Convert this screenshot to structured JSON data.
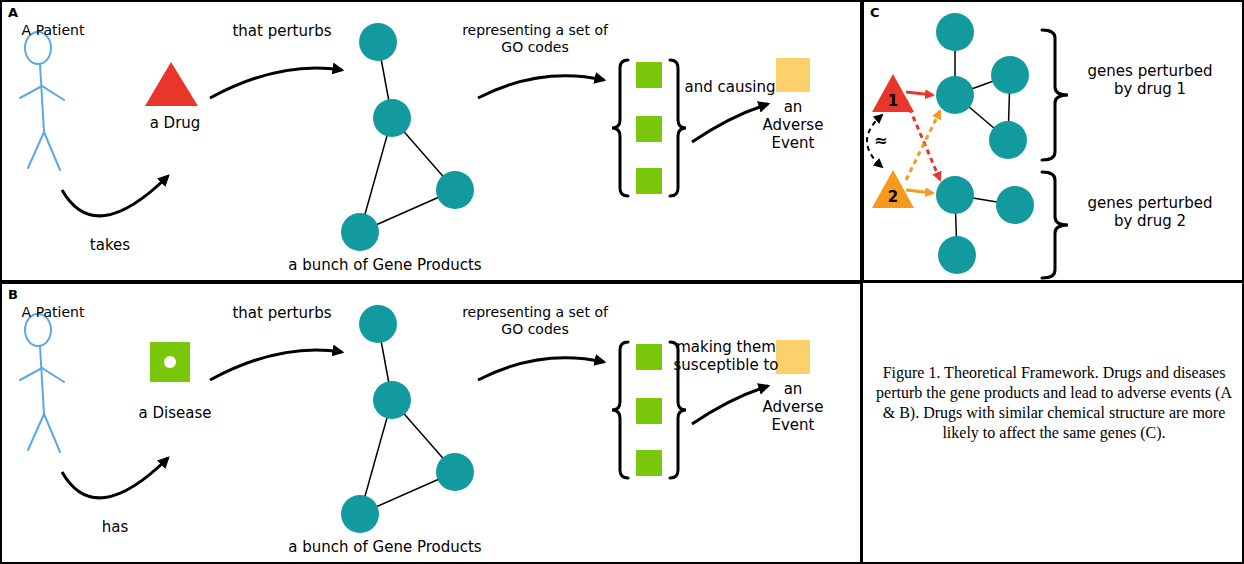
{
  "diagram": {
    "caption": "Figure 1. Theoretical Framework. Drugs and diseases perturb the gene products and lead to adverse events (A & B). Drugs with similar chemical structure are more likely to affect the same genes (C).",
    "nodes": [
      {
        "text": [
          "A"
        ]
      },
      {
        "text": [
          "B"
        ]
      },
      {
        "text": [
          "C"
        ]
      },
      {
        "text": [
          "1"
        ],
        "in": 2
      },
      {
        "text": [
          "2"
        ],
        "in": 2
      }
    ],
    "edges": [
      {
        "from": 3,
        "to": 4,
        "arrow": "both",
        "label": "≈"
      }
    ],
    "labels": [
      "A Patient",
      "takes",
      "a Drug",
      "that perturbs",
      "representing a set of GO codes",
      "and causing",
      "an Adverse Event",
      "a bunch of Gene Products",
      "A Patient",
      "has",
      "a Disease",
      "that perturbs",
      "representing a set of GO codes",
      "making them susceptible to",
      "an Adverse Event",
      "a bunch of Gene Products",
      "genes perturbed by drug 1",
      "genes perturbed by drug 2"
    ]
  }
}
